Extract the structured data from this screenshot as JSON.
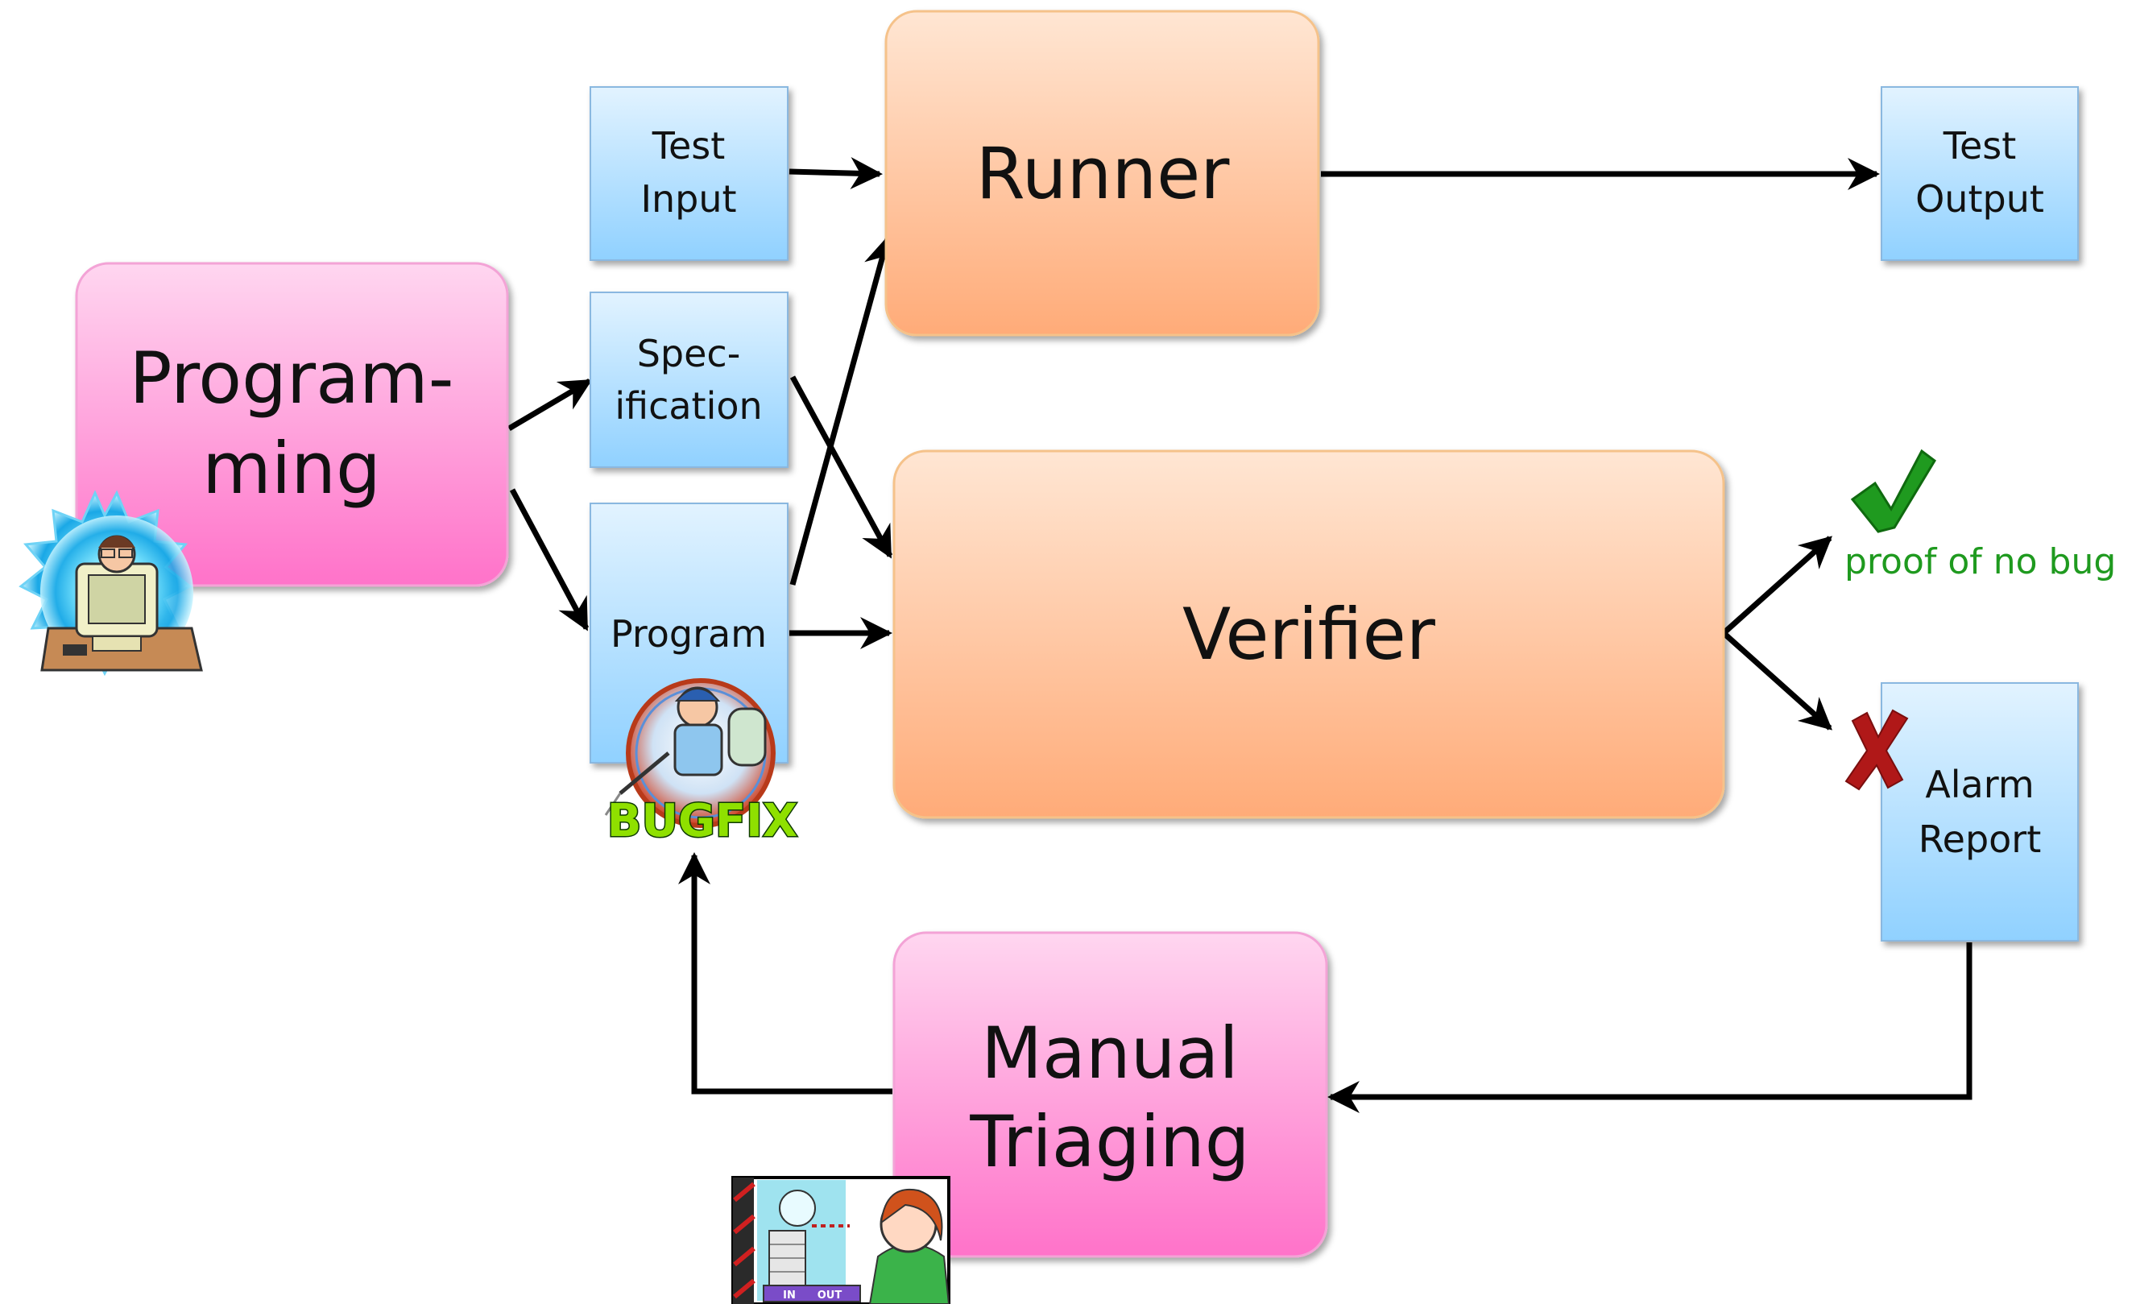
{
  "nodes": {
    "programming": [
      "Program-",
      "ming"
    ],
    "test_input": [
      "Test",
      "Input"
    ],
    "specification": [
      "Spec-",
      "ification"
    ],
    "program": "Program",
    "runner": "Runner",
    "test_output": [
      "Test",
      "Output"
    ],
    "verifier": "Verifier",
    "alarm_report": [
      "Alarm",
      "Report"
    ],
    "manual_triaging": [
      "Manual",
      "Triaging"
    ]
  },
  "outcomes": {
    "proof_label": "proof of no bug"
  },
  "badges": {
    "bugfix": "BUGFIX",
    "in": "IN",
    "out": "OUT"
  },
  "colors": {
    "pink_top": "#ffd3ee",
    "pink_bottom": "#ff6fc8",
    "orange_top": "#ffe3cf",
    "orange_bottom": "#ffaa76",
    "blue_top": "#dff1ff",
    "blue_bottom": "#8fd0ff",
    "proof_green": "#1a9a1a",
    "cross_red": "#b01818"
  }
}
